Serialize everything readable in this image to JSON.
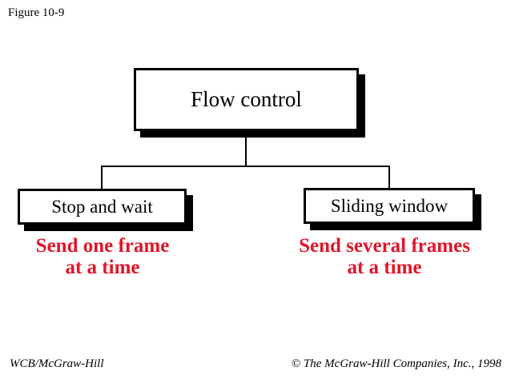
{
  "figure_label": "Figure 10-9",
  "colors": {
    "caption_red": "#e0162b",
    "line_black": "#000000",
    "background": "#ffffff"
  },
  "diagram": {
    "root": {
      "label": "Flow control"
    },
    "children": [
      {
        "label": "Stop and wait",
        "caption_line1": "Send one frame",
        "caption_line2": "at a time"
      },
      {
        "label": "Sliding window",
        "caption_line1": "Send several frames",
        "caption_line2": "at a time"
      }
    ]
  },
  "footer": {
    "left": "WCB/McGraw-Hill",
    "right": "© The McGraw-Hill Companies, Inc., 1998"
  }
}
